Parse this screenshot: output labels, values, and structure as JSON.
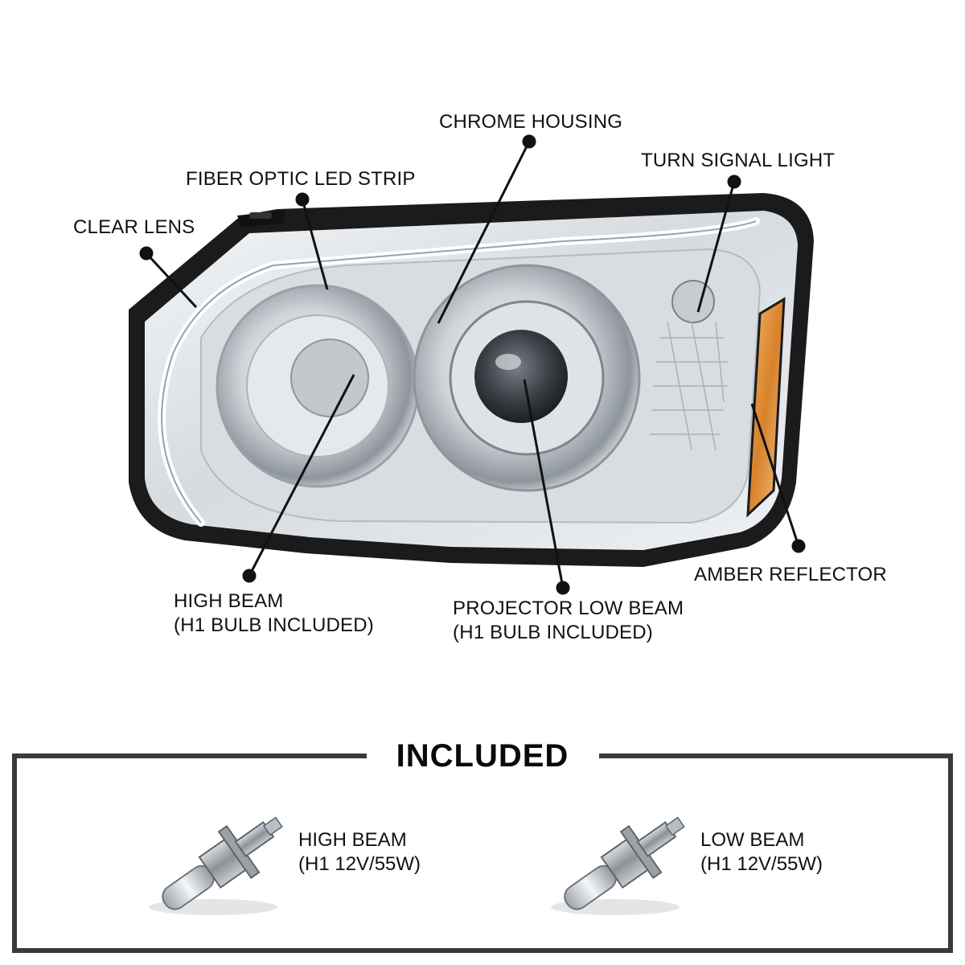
{
  "callouts": {
    "chrome_housing": "CHROME HOUSING",
    "turn_signal": "TURN SIGNAL LIGHT",
    "fiber_optic": "FIBER OPTIC LED STRIP",
    "clear_lens": "CLEAR LENS",
    "amber_reflector": "AMBER REFLECTOR",
    "high_beam_line1": "HIGH BEAM",
    "high_beam_line2": "(H1 BULB INCLUDED)",
    "projector_line1": "PROJECTOR LOW BEAM",
    "projector_line2": "(H1 BULB INCLUDED)"
  },
  "included": {
    "title": "INCLUDED",
    "bulbs": [
      {
        "line1": "HIGH BEAM",
        "line2": "(H1 12V/55W)"
      },
      {
        "line1": "LOW BEAM",
        "line2": "(H1 12V/55W)"
      }
    ]
  },
  "colors": {
    "frame": "#3a3a3a",
    "housing_black": "#1b1b1b",
    "chrome": "#c9ced3",
    "amber": "#d9822b"
  }
}
